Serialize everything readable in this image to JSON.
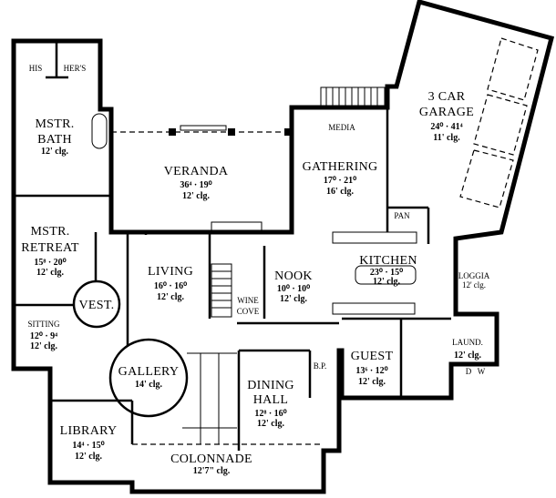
{
  "rooms": {
    "his": {
      "name": "HIS"
    },
    "hers": {
      "name": "HER'S"
    },
    "mstr_bath": {
      "name1": "MSTR.",
      "name2": "BATH",
      "ceiling": "12' clg."
    },
    "veranda": {
      "name": "VERANDA",
      "size": "36⁴ · 19⁰",
      "ceiling": "12' clg."
    },
    "media": {
      "name": "MEDIA"
    },
    "gathering": {
      "name": "GATHERING",
      "size": "17⁰ · 21⁰",
      "ceiling": "16' clg."
    },
    "garage": {
      "name1": "3 CAR",
      "name2": "GARAGE",
      "size": "24⁰ · 41⁴",
      "ceiling": "11' clg."
    },
    "pan": {
      "name": "PAN"
    },
    "mstr_retreat": {
      "name1": "MSTR.",
      "name2": "RETREAT",
      "size": "15⁸ · 20⁰",
      "ceiling": "12' clg."
    },
    "kitchen": {
      "name": "KITCHEN",
      "size": "23⁰ · 15⁰",
      "ceiling": "12' clg."
    },
    "living": {
      "name": "LIVING",
      "size": "16⁰ · 16⁰",
      "ceiling": "12' clg."
    },
    "nook": {
      "name": "NOOK",
      "size": "10⁰ · 10⁰",
      "ceiling": "12' clg."
    },
    "loggia": {
      "name": "LOGGIA",
      "ceiling": "12' clg."
    },
    "wine_cove": {
      "name1": "WINE",
      "name2": "COVE"
    },
    "vest": {
      "name": "VEST."
    },
    "sitting": {
      "name": "SITTING",
      "size": "12⁰ · 9⁴",
      "ceiling": "12' clg."
    },
    "laund": {
      "name": "LAUND.",
      "ceiling": "12' clg.",
      "d": "D",
      "w": "W"
    },
    "guest": {
      "name": "GUEST",
      "size": "13⁶ · 12⁰",
      "ceiling": "12' clg."
    },
    "bp": {
      "name": "B.P."
    },
    "gallery": {
      "name": "GALLERY",
      "ceiling": "14' clg."
    },
    "dining_hall": {
      "name1": "DINING",
      "name2": "HALL",
      "size": "12⁸ · 16⁰",
      "ceiling": "12' clg."
    },
    "library": {
      "name": "LIBRARY",
      "size": "14⁴ · 15⁰",
      "ceiling": "12' clg."
    },
    "colonnade": {
      "name": "COLONNADE",
      "ceiling": "12'7\" clg."
    }
  }
}
